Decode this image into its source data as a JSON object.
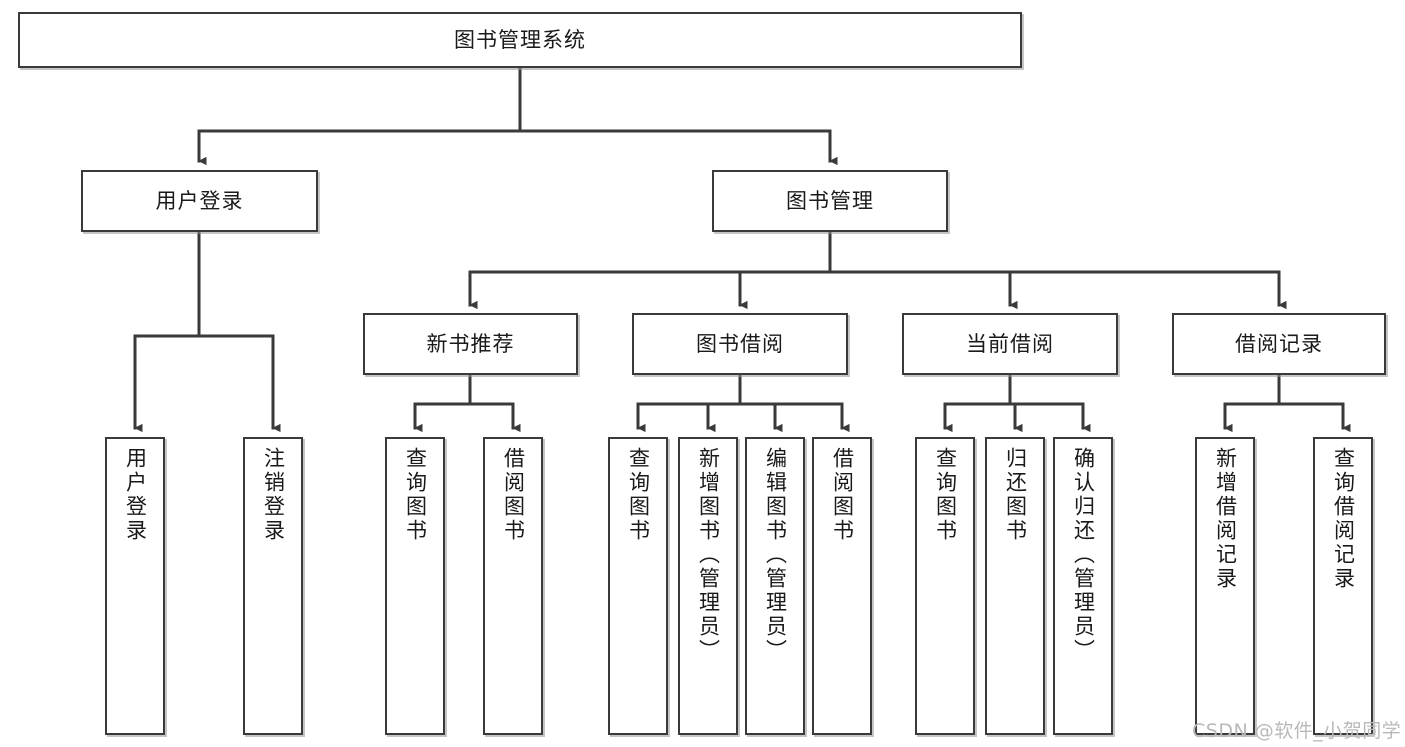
{
  "diagram": {
    "title": "图书管理系统",
    "type": "tree-hierarchy-diagram",
    "colors": {
      "box_border": "#3a3a3a",
      "box_fill": "#ffffff",
      "connector": "#3a3a3a",
      "text": "#1a1a1a",
      "watermark": "#b9b9b9",
      "background": "#ffffff"
    },
    "root": {
      "label": "图书管理系统"
    },
    "level2": [
      {
        "label": "用户登录"
      },
      {
        "label": "图书管理"
      }
    ],
    "level3": [
      {
        "label": "新书推荐"
      },
      {
        "label": "图书借阅"
      },
      {
        "label": "当前借阅"
      },
      {
        "label": "借阅记录"
      }
    ],
    "leaves": {
      "user_login": [
        {
          "label": "用户登录"
        },
        {
          "label": "注销登录"
        }
      ],
      "new_book_recommend": [
        {
          "label": "查询图书"
        },
        {
          "label": "借阅图书"
        }
      ],
      "book_borrow": [
        {
          "label": "查询图书"
        },
        {
          "label": "新增图书（管理员）"
        },
        {
          "label": "编辑图书（管理员）"
        },
        {
          "label": "借阅图书"
        }
      ],
      "current_borrow": [
        {
          "label": "查询图书"
        },
        {
          "label": "归还图书"
        },
        {
          "label": "确认归还（管理员）"
        }
      ],
      "borrow_record": [
        {
          "label": "新增借阅记录"
        },
        {
          "label": "查询借阅记录"
        }
      ]
    },
    "watermark": "CSDN @软件_小贺同学"
  }
}
